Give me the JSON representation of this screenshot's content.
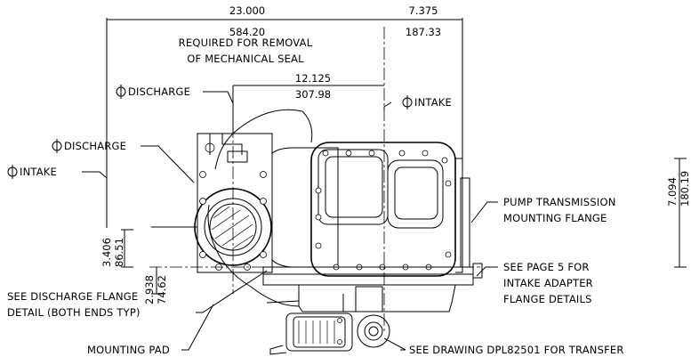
{
  "dimensions": {
    "top_overall_in": "23.000",
    "top_overall_mm": "584.20",
    "top_right_in": "7.375",
    "top_right_mm": "187.33",
    "center_in": "12.125",
    "center_mm": "307.98",
    "left_upper_in": "3.406",
    "left_upper_mm": "86.51",
    "left_lower_in": "2.938",
    "left_lower_mm": "74.62",
    "right_in": "7.094",
    "right_mm": "180.19"
  },
  "labels": {
    "removal_line1": "REQUIRED FOR REMOVAL",
    "removal_line2": "OF MECHANICAL SEAL",
    "cl_discharge_top": "DISCHARGE",
    "cl_intake_top": "INTAKE",
    "cl_discharge_left": "DISCHARGE",
    "cl_intake_left": "INTAKE",
    "pump_line1": "PUMP TRANSMISSION",
    "pump_line2": "MOUNTING FLANGE",
    "page5_line1": "SEE PAGE 5 FOR",
    "page5_line2": "INTAKE ADAPTER",
    "page5_line3": "FLANGE DETAILS",
    "discharge_flange_line1": "SEE DISCHARGE FLANGE",
    "discharge_flange_line2": "DETAIL (BOTH ENDS TYP)",
    "mounting_pad": "MOUNTING PAD",
    "see_drawing": "SEE DRAWING DPL82501 FOR TRANSFER"
  },
  "symbols": {
    "centerline_symbol": "centerline-symbol"
  }
}
